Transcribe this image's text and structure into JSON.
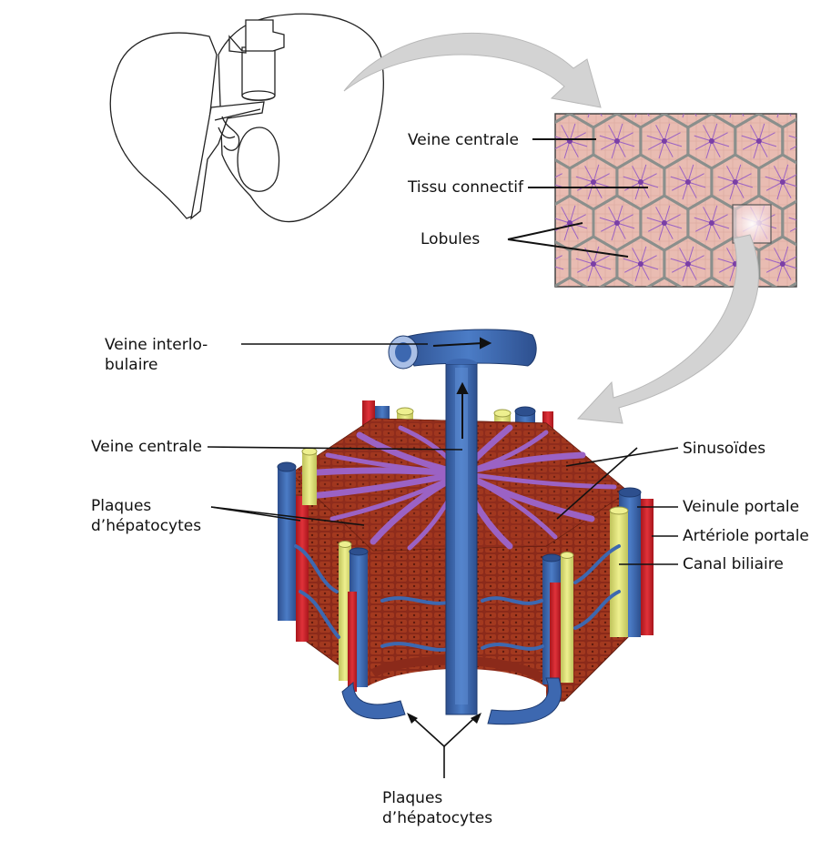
{
  "labels": {
    "top_central_vein": "Veine centrale",
    "connective_tissue": "Tissu connectif",
    "lobules": "Lobules",
    "interlobular_vein": "Veine interlo-\nbulaire",
    "central_vein": "Veine centrale",
    "hepatocyte_plates_left": "Plaques\nd’hépatocytes",
    "sinusoids": "Sinusoïdes",
    "portal_venule": "Veinule portale",
    "portal_arteriole": "Artériole portale",
    "bile_duct": "Canal biliaire",
    "hepatocyte_plates_bottom": "Plaques\nd’hépatocytes"
  },
  "colors": {
    "vein_blue": "#3d68b0",
    "artery_red": "#d2232a",
    "bile_yellow": "#dfe27c",
    "sinusoid_purple": "#9b62c4",
    "lobule_tissue": "#e8b9b0",
    "connective_gray": "#8a8f8c",
    "hepatocyte_brown": "#8b2a1a",
    "arrow_gray": "#d3d3d3"
  }
}
